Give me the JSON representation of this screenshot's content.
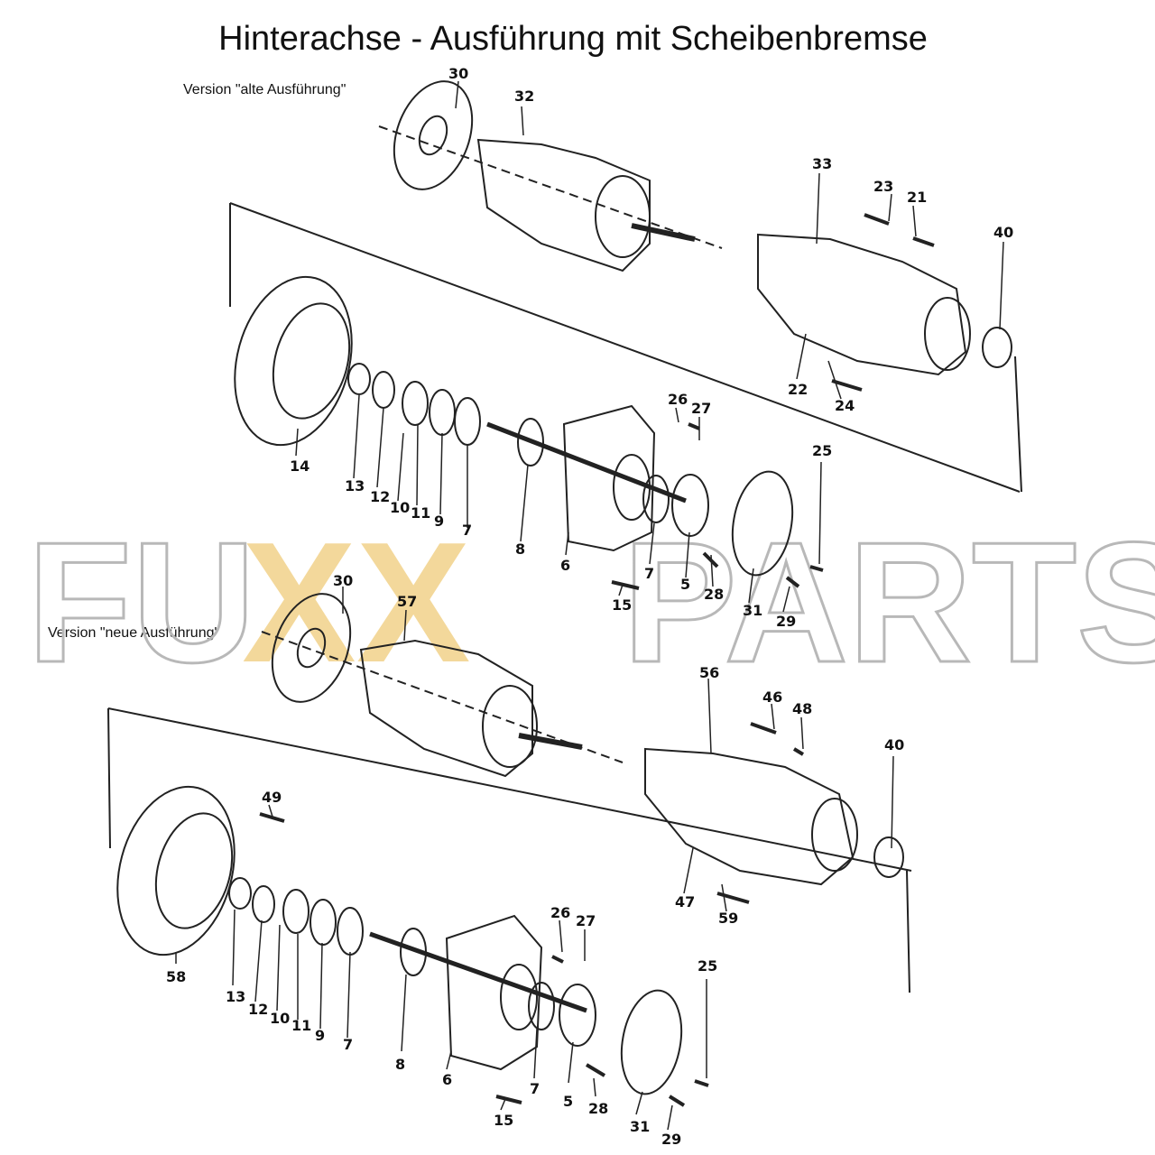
{
  "title": "Hinterachse - Ausführung mit Scheibenbremse",
  "versions": {
    "old": "Version \"alte Ausführung\"",
    "new": "Version \"neue Ausführung\""
  },
  "watermark": {
    "text_left": "FU",
    "text_x": "XX",
    "text_right": "PARTS",
    "outline_color": "#b8b8b8",
    "accent_color": "#f2d28a"
  },
  "part_labels_old": [
    "30",
    "32",
    "33",
    "23",
    "21",
    "40",
    "22",
    "24",
    "14",
    "13",
    "12",
    "10",
    "11",
    "9",
    "7",
    "8",
    "26",
    "27",
    "25",
    "6",
    "7",
    "5",
    "28",
    "31",
    "29",
    "15"
  ],
  "part_labels_new": [
    "30",
    "57",
    "56",
    "46",
    "48",
    "40",
    "49",
    "47",
    "59",
    "58",
    "13",
    "12",
    "10",
    "11",
    "9",
    "7",
    "8",
    "26",
    "27",
    "25",
    "6",
    "7",
    "5",
    "28",
    "31",
    "29",
    "15"
  ]
}
